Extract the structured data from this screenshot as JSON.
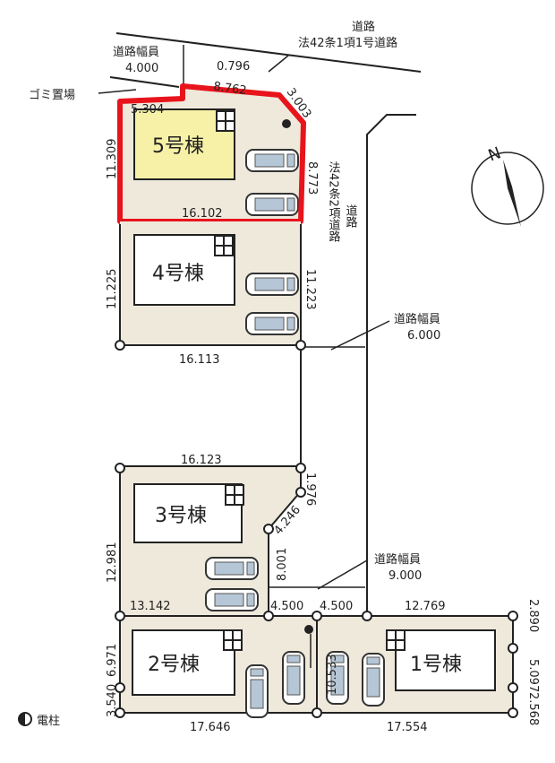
{
  "colors": {
    "lot_fill": "#efe9dc",
    "highlight": "#e8141c",
    "building_5": "#f6f1a6",
    "car_glass": "#b5c6d6"
  },
  "buildings": [
    {
      "label": "5号棟",
      "highlighted": true
    },
    {
      "label": "4号棟"
    },
    {
      "label": "3号棟"
    },
    {
      "label": "2号棟"
    },
    {
      "label": "1号棟"
    }
  ],
  "roads": {
    "top_title": "道路",
    "top_type": "法42条1項1号道路",
    "top_width_label": "道路幅員",
    "top_width": "4.000",
    "side_type_col1": "法42条2項道路",
    "side_type_col2": "道路",
    "mid_width_label": "道路幅員",
    "mid_width": "6.000",
    "bottom_width_label": "道路幅員",
    "bottom_width": "9.000"
  },
  "labels": {
    "garbage": "ゴミ置場",
    "pole_legend": "電柱",
    "north": "N"
  },
  "dimensions": {
    "d0796": "0.796",
    "d8762": "8.762",
    "d3003": "3.003",
    "d5304": "5.304",
    "d11309": "11.309",
    "d8773": "8.773",
    "d16102": "16.102",
    "d11225": "11.225",
    "d11223": "11.223",
    "d16113": "16.113",
    "d16123": "16.123",
    "d1976": "1.976",
    "d4246": "4.246",
    "d12981": "12.981",
    "d8001": "8.001",
    "d13142": "13.142",
    "d4500a": "4.500",
    "d4500b": "4.500",
    "d12769": "12.769",
    "d2890": "2.890",
    "d5097": "5.097",
    "d2568": "2.568",
    "d10533": "10.533",
    "d6971": "6.971",
    "d3540": "3.540",
    "d17646": "17.646",
    "d17554": "17.554"
  },
  "icons": [
    "north-arrow-icon",
    "utility-pole-icon",
    "car-icon",
    "window-grid-icon"
  ]
}
